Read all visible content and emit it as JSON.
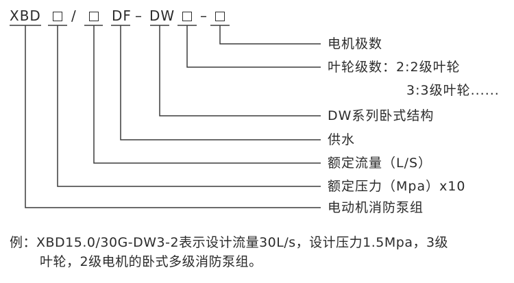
{
  "code_segments": [
    {
      "text": "XBD",
      "type": "text"
    },
    {
      "text": "",
      "type": "box"
    },
    {
      "text": "/",
      "type": "sep"
    },
    {
      "text": "",
      "type": "box"
    },
    {
      "text": "DF",
      "type": "text"
    },
    {
      "text": "–",
      "type": "sep"
    },
    {
      "text": "DW",
      "type": "text"
    },
    {
      "text": "",
      "type": "box"
    },
    {
      "text": "–",
      "type": "sep"
    },
    {
      "text": "",
      "type": "box"
    }
  ],
  "labels": [
    {
      "text": "电机极数"
    },
    {
      "text": "叶轮级数：2:2级叶轮"
    },
    {
      "text": "3:3级叶轮......"
    },
    {
      "text": "DW系列卧式结构"
    },
    {
      "text": "供水"
    },
    {
      "text": "额定流量（L/S）"
    },
    {
      "text": "额定压力（Mpa）x10"
    },
    {
      "text": "电动机消防泵组"
    }
  ],
  "example": {
    "line1": "例：XBD15.0/30G-DW3-2表示设计流量30L/s，设计压力1.5Mpa，3级",
    "line2": "叶轮，2级电机的卧式多级消防泵组。"
  },
  "colors": {
    "line": "#3a3a3a",
    "text": "#2b2b2b"
  }
}
